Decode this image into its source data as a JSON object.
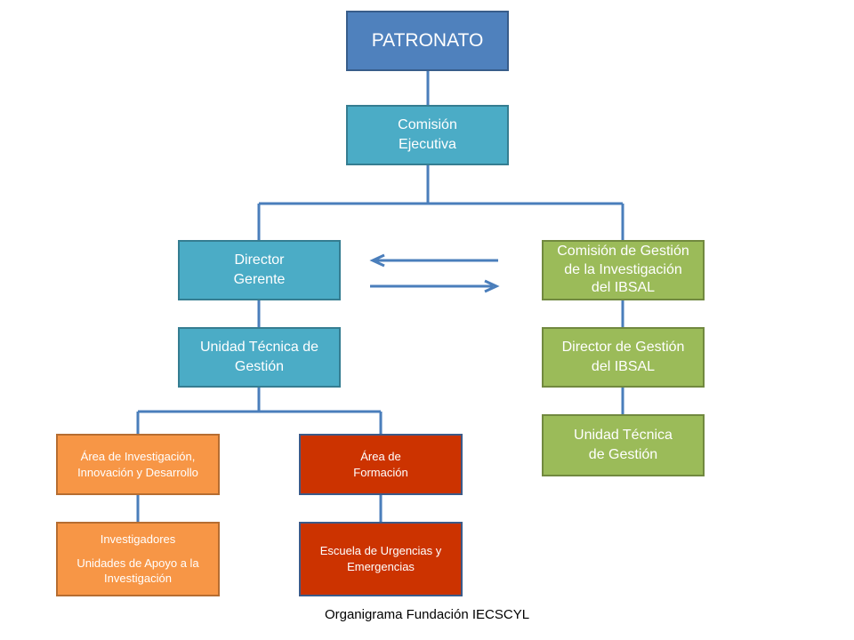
{
  "nodes": {
    "patronato": [
      "PATRONATO"
    ],
    "comision_ejecutiva": [
      "Comisión",
      "Ejecutiva"
    ],
    "director_gerente": [
      "Director",
      "Gerente"
    ],
    "unidad_tecnica_gestion": [
      "Unidad Técnica de",
      "Gestión"
    ],
    "comision_gestion_investigacion": [
      "Comisión de Gestión",
      "de la Investigación",
      "del IBSAL"
    ],
    "director_gestion_ibsal": [
      "Director de Gestión",
      "del IBSAL"
    ],
    "unidad_tecnica_gestion_ibsal": [
      "Unidad Técnica",
      "de Gestión"
    ],
    "area_investigacion": [
      "Área de Investigación,",
      "Innovación y Desarrollo"
    ],
    "area_formacion": [
      "Área de",
      "Formación"
    ],
    "investigadores": [
      "Investigadores"
    ],
    "unidades_apoyo": [
      "Unidades de Apoyo a la",
      "Investigación"
    ],
    "escuela_urgencias": [
      "Escuela de Urgencias y",
      "Emergencias"
    ]
  },
  "caption": "Organigrama Fundación IECSCYL",
  "colors": {
    "patronato": "#4f81bd",
    "teal": "#4bacc6",
    "green": "#9bbb59",
    "orange": "#f79646",
    "red": "#cc3300",
    "connector": "#4a7ebb"
  }
}
